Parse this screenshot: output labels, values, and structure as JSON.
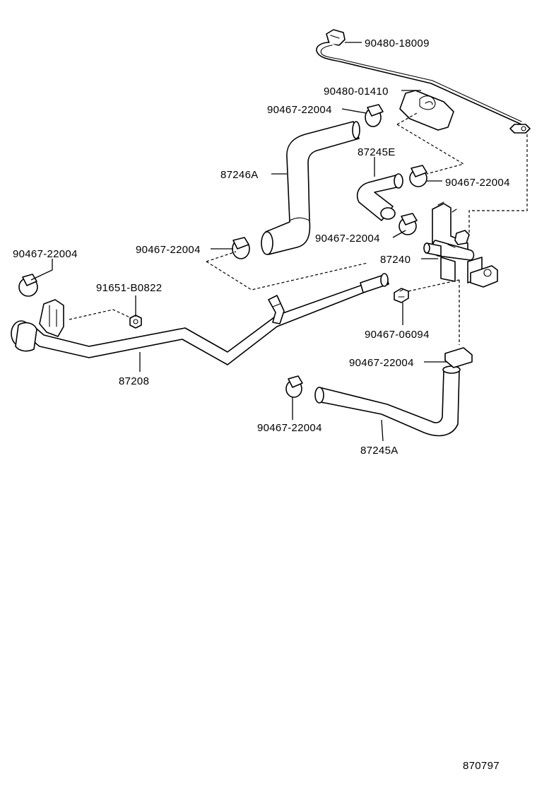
{
  "diagram_id": "870797",
  "callouts": [
    {
      "id": "c1",
      "text": "90480-18009"
    },
    {
      "id": "c2",
      "text": "90480-01410"
    },
    {
      "id": "c3",
      "text": "90467-22004"
    },
    {
      "id": "c4",
      "text": "87245E"
    },
    {
      "id": "c5",
      "text": "87246A"
    },
    {
      "id": "c6",
      "text": "90467-22004"
    },
    {
      "id": "c7",
      "text": "90467-22004"
    },
    {
      "id": "c8",
      "text": "90467-22004"
    },
    {
      "id": "c9",
      "text": "87240"
    },
    {
      "id": "c10",
      "text": "90467-22004"
    },
    {
      "id": "c11",
      "text": "91651-B0822"
    },
    {
      "id": "c12",
      "text": "90467-06094"
    },
    {
      "id": "c13",
      "text": "90467-22004"
    },
    {
      "id": "c14",
      "text": "87208"
    },
    {
      "id": "c15",
      "text": "90467-22004"
    },
    {
      "id": "c16",
      "text": "87245A"
    }
  ]
}
